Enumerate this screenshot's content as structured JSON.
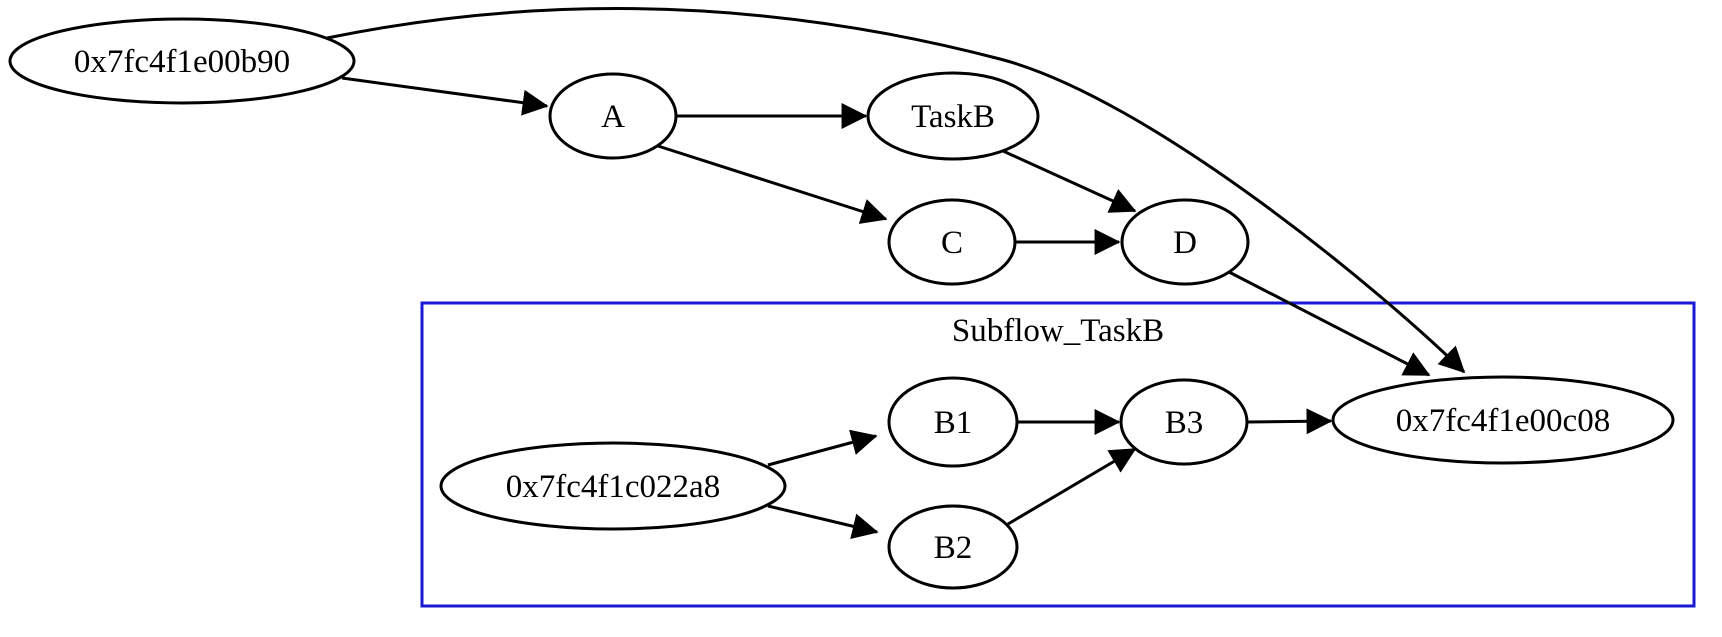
{
  "diagram": {
    "type": "directed-task-graph",
    "background_color": "#ffffff",
    "edge_color": "#000000",
    "node_border_color": "#000000",
    "cluster": {
      "label": "Subflow_TaskB",
      "border_color": "#1a1ad6"
    },
    "nodes": {
      "b90": {
        "label": "0x7fc4f1e00b90"
      },
      "A": {
        "label": "A"
      },
      "TaskB": {
        "label": "TaskB"
      },
      "C": {
        "label": "C"
      },
      "D": {
        "label": "D"
      },
      "c022a8": {
        "label": "0x7fc4f1c022a8"
      },
      "B1": {
        "label": "B1"
      },
      "B2": {
        "label": "B2"
      },
      "B3": {
        "label": "B3"
      },
      "c08": {
        "label": "0x7fc4f1e00c08"
      }
    },
    "edges": [
      {
        "from": "0x7fc4f1e00b90",
        "to": "A"
      },
      {
        "from": "0x7fc4f1e00b90",
        "to": "0x7fc4f1e00c08"
      },
      {
        "from": "A",
        "to": "TaskB"
      },
      {
        "from": "A",
        "to": "C"
      },
      {
        "from": "TaskB",
        "to": "D"
      },
      {
        "from": "C",
        "to": "D"
      },
      {
        "from": "D",
        "to": "0x7fc4f1e00c08"
      },
      {
        "from": "0x7fc4f1c022a8",
        "to": "B1"
      },
      {
        "from": "0x7fc4f1c022a8",
        "to": "B2"
      },
      {
        "from": "B1",
        "to": "B3"
      },
      {
        "from": "B2",
        "to": "B3"
      },
      {
        "from": "B3",
        "to": "0x7fc4f1e00c08"
      }
    ]
  }
}
